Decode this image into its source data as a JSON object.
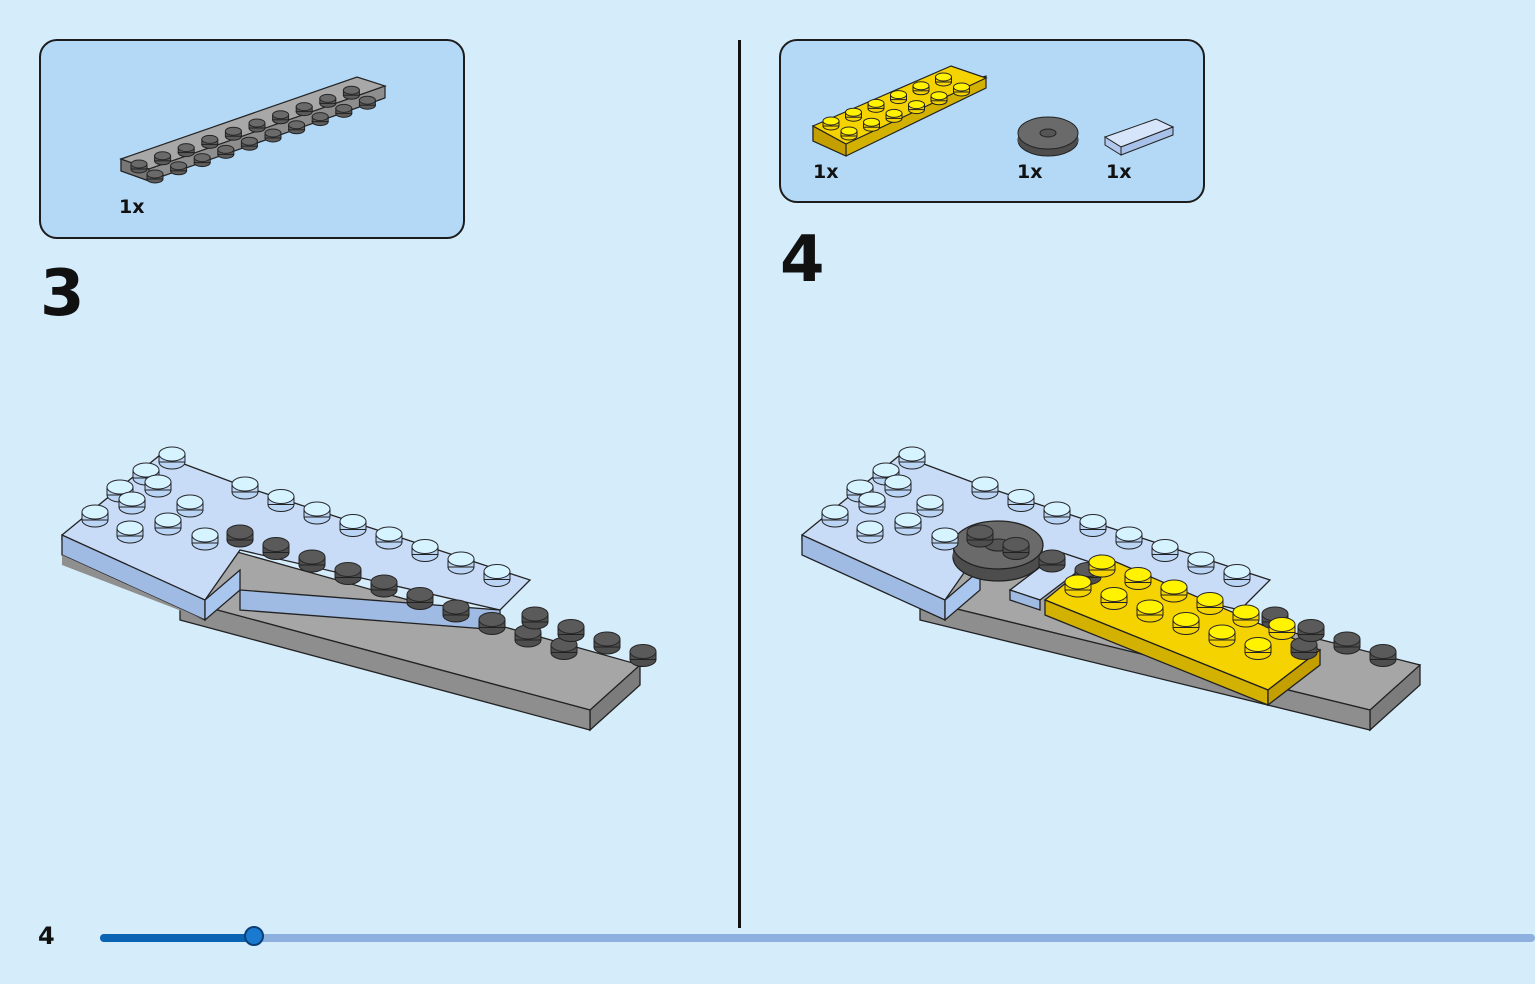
{
  "steps": [
    {
      "number": "3",
      "parts": [
        {
          "qty": "1x",
          "name": "plate-2x10-dark-grey"
        }
      ]
    },
    {
      "number": "4",
      "parts": [
        {
          "qty": "1x",
          "name": "plate-2x6-yellow"
        },
        {
          "qty": "1x",
          "name": "round-tile-2x2-dark-grey"
        },
        {
          "qty": "1x",
          "name": "tile-1x2-light-blue"
        }
      ]
    }
  ],
  "footer": {
    "page_number": "4",
    "progress": 0.09
  },
  "colors": {
    "background": "#d5ecfb",
    "parts_panel": "#b3d9f7",
    "dark_grey": "#5f5f5f",
    "light_blue": "#b9d4f4",
    "yellow": "#f5d300",
    "progress": "#0a63b3",
    "progress_track": "#8db0de"
  }
}
